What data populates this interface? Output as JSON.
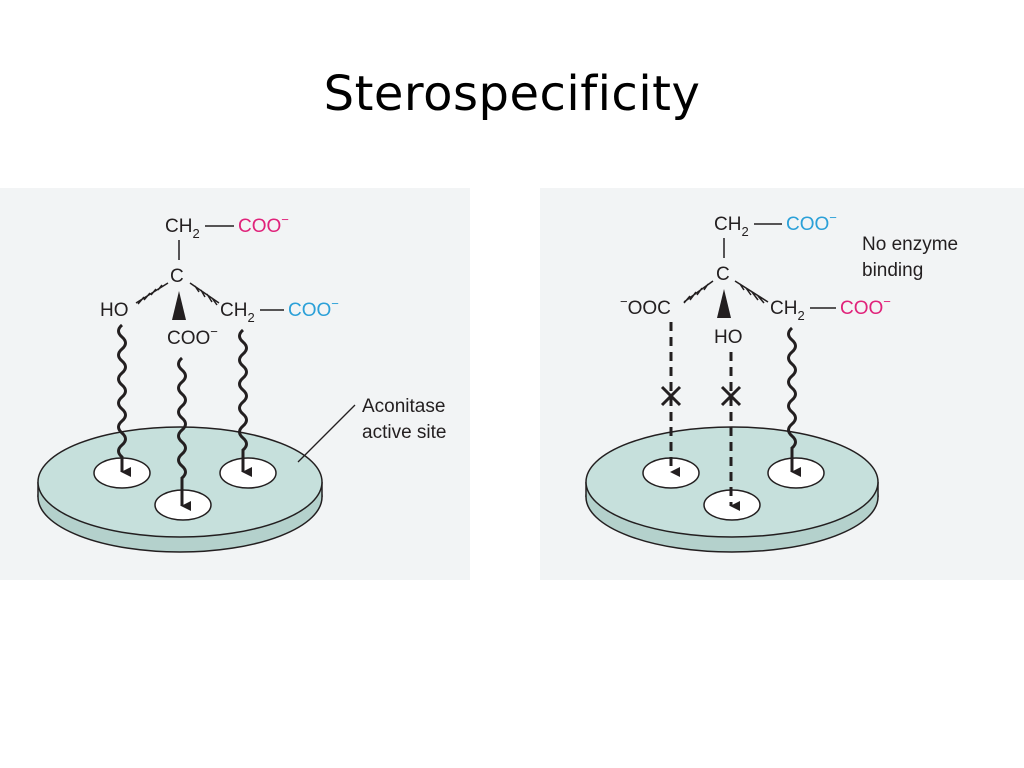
{
  "slide": {
    "title": "Sterospecificity"
  },
  "colors": {
    "disk_fill": "#c6e0dc",
    "disk_stroke": "#231f20",
    "panel_bg": "#f2f4f5",
    "carboxylate_pink": "#e0227a",
    "carboxylate_blue": "#2ba0d8"
  },
  "left": {
    "ch2_top": "CH",
    "sub2": "2",
    "coo_top": "COO",
    "minus": "−",
    "carbon": "C",
    "ho": "HO",
    "ch2_right": "CH",
    "coo_right": "COO",
    "coo_bottom": "COO",
    "callout_line1": "Aconitase",
    "callout_line2": "active site"
  },
  "right": {
    "ch2_top": "CH",
    "sub2": "2",
    "coo_top": "COO",
    "minus": "−",
    "carbon": "C",
    "ooc_left": "OOC",
    "ho": "HO",
    "ch2_right": "CH",
    "coo_right": "COO",
    "note_line1": "No enzyme",
    "note_line2": "binding",
    "no_bind_marks": [
      "×",
      "×"
    ]
  }
}
